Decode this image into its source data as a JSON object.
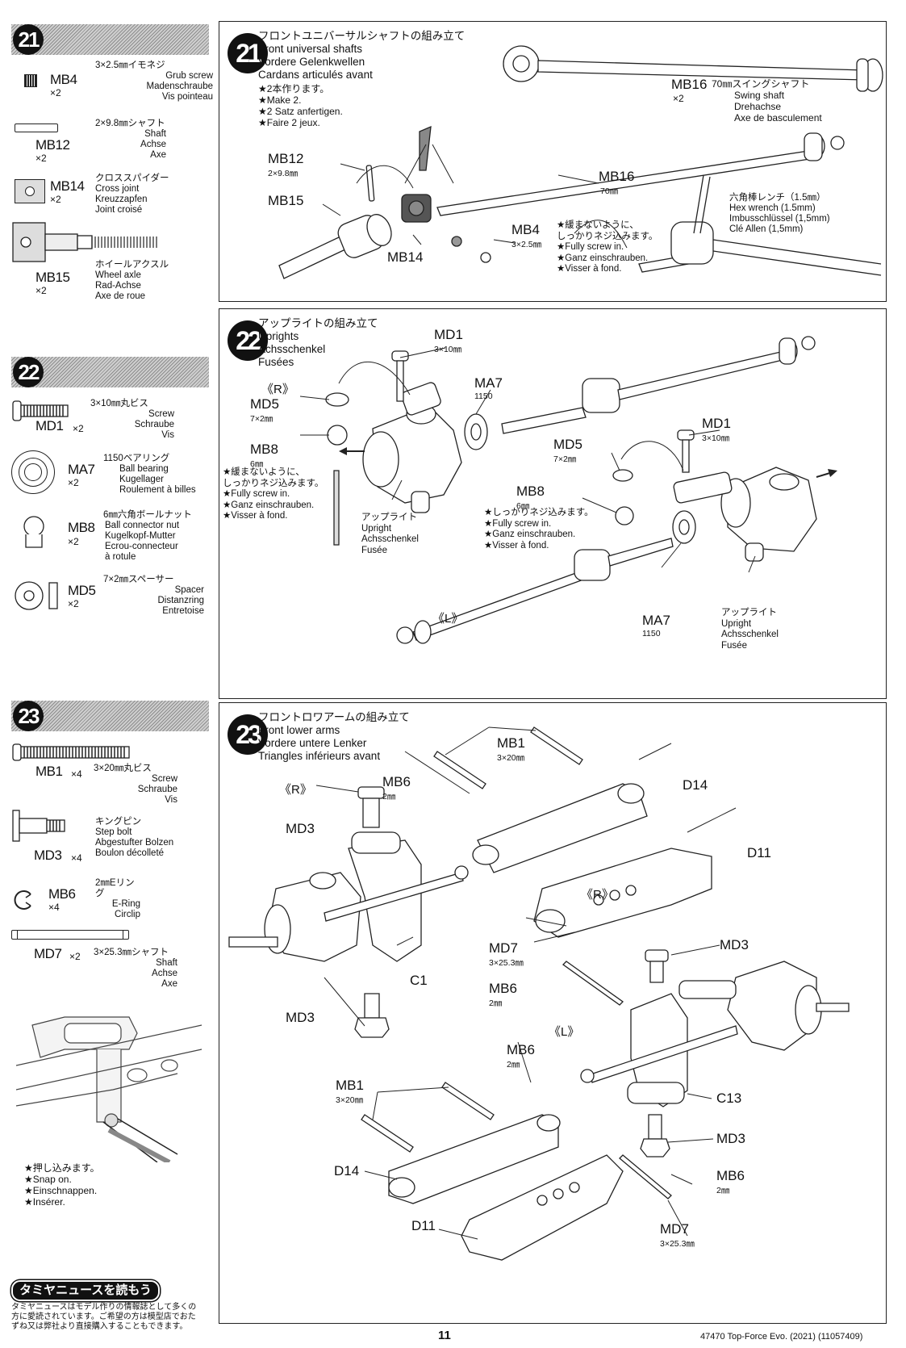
{
  "sidebar": {
    "s21": {
      "num": "21",
      "parts": [
        {
          "code": "MB4",
          "qty": "×2",
          "jp": "3×2.5㎜イモネジ",
          "en": "Grub screw",
          "de": "Madenschraube",
          "fr": "Vis pointeau"
        },
        {
          "code": "MB12",
          "qty": "×2",
          "jp": "2×9.8㎜シャフト",
          "en": "Shaft",
          "de": "Achse",
          "fr": "Axe"
        },
        {
          "code": "MB14",
          "qty": "×2",
          "jp": "クロススパイダー",
          "en": "Cross joint",
          "de": "Kreuzzapfen",
          "fr": "Joint croisé"
        },
        {
          "code": "MB15",
          "qty": "×2",
          "jp": "ホイールアクスル",
          "en": "Wheel axle",
          "de": "Rad-Achse",
          "fr": "Axe de roue"
        }
      ]
    },
    "s22": {
      "num": "22",
      "parts": [
        {
          "code": "MD1",
          "qty": "×2",
          "jp": "3×10㎜丸ビス",
          "en": "Screw",
          "de": "Schraube",
          "fr": "Vis"
        },
        {
          "code": "MA7",
          "qty": "×2",
          "jp": "1150ベアリング",
          "en": "Ball bearing",
          "de": "Kugellager",
          "fr": "Roulement à billes"
        },
        {
          "code": "MB8",
          "qty": "×2",
          "jp": "6㎜六角ボールナット",
          "en": "Ball connector nut",
          "de": "Kugelkopf-Mutter",
          "fr": "Ecrou-connecteur",
          "fr2": "à rotule"
        },
        {
          "code": "MD5",
          "qty": "×2",
          "jp": "7×2㎜スペーサー",
          "en": "Spacer",
          "de": "Distanzring",
          "fr": "Entretoise"
        }
      ]
    },
    "s23": {
      "num": "23",
      "parts": [
        {
          "code": "MB1",
          "qty": "×4",
          "jp": "3×20㎜丸ビス",
          "en": "Screw",
          "de": "Schraube",
          "fr": "Vis"
        },
        {
          "code": "MD3",
          "qty": "×4",
          "jp": "キングピン",
          "en": "Step bolt",
          "de": "Abgestufter Bolzen",
          "fr": "Boulon décolleté"
        },
        {
          "code": "MB6",
          "qty": "×4",
          "jp": "2㎜Eリング",
          "en": "E-Ring",
          "de": "Circlip",
          "fr": ""
        },
        {
          "code": "MD7",
          "qty": "×2",
          "jp": "3×25.3㎜シャフト",
          "en": "Shaft",
          "de": "Achse",
          "fr": "Axe"
        }
      ],
      "snap_note": [
        "★押し込みます。",
        "★Snap on.",
        "★Einschnappen.",
        "★Insérer."
      ]
    },
    "news": {
      "badge": "タミヤニュースを読もう",
      "text": [
        "タミヤニュースはモデル作りの情報誌として多くの",
        "方に愛読されています。ご希望の方は模型店でおた",
        "ずね又は弊社より直接購入することもできます。"
      ]
    }
  },
  "step21": {
    "num": "21",
    "title": [
      "フロントユニバーサルシャフトの組み立て",
      "Front universal shafts",
      "Vordere Gelenkwellen",
      "Cardans articulés avant"
    ],
    "make": [
      "★2本作ります。",
      "★Make 2.",
      "★2 Satz anfertigen.",
      "★Faire 2 jeux."
    ],
    "labels": {
      "mb16_top": "MB16",
      "mb16_top_sub": "×2",
      "mb16_top_desc": [
        "70㎜スイングシャフト",
        "Swing shaft",
        "Drehachse",
        "Axe de basculement"
      ],
      "mb12": "MB12",
      "mb12_sub": "2×9.8㎜",
      "mb15": "MB15",
      "mb16": "MB16",
      "mb16_sub": "70㎜",
      "mb14": "MB14",
      "mb4": "MB4",
      "mb4_sub": "3×2.5㎜"
    },
    "screw_note": [
      "★緩まないように、",
      "しっかりネジ込みます。",
      "★Fully screw in.",
      "★Ganz einschrauben.",
      "★Visser à fond."
    ],
    "wrench": [
      "六角棒レンチ（1.5㎜）",
      "Hex wrench (1.5mm)",
      "Imbusschlüssel (1,5mm)",
      "Clé Allen (1,5mm)"
    ]
  },
  "step22": {
    "num": "22",
    "title": [
      "アップライトの組み立て",
      "Uprights",
      "Achsschenkel",
      "Fusées"
    ],
    "r": "《R》",
    "l": "《L》",
    "labels": {
      "md1_a": "MD1",
      "md1_a_sub": "3×10㎜",
      "ma7_a": "MA7",
      "ma7_a_sub": "1150",
      "md5_a": "MD5",
      "md5_a_sub": "7×2㎜",
      "mb8_a": "MB8",
      "mb8_a_sub": "6㎜",
      "md1_b": "MD1",
      "md1_b_sub": "3×10㎜",
      "md5_b": "MD5",
      "md5_b_sub": "7×2㎜",
      "mb8_b": "MB8",
      "mb8_b_sub": "6㎜",
      "ma7_b": "MA7",
      "ma7_b_sub": "1150"
    },
    "note_a": [
      "★緩まないように、",
      "しっかりネジ込みます。",
      "★Fully screw in.",
      "★Ganz einschrauben.",
      "★Visser à fond."
    ],
    "note_b": [
      "★しっかりネジ込みます。",
      "★Fully screw in.",
      "★Ganz einschrauben.",
      "★Visser à fond."
    ],
    "upright_a": [
      "アップライト",
      "Upright",
      "Achsschenkel",
      "Fusée"
    ],
    "upright_b": [
      "アップライト",
      "Upright",
      "Achsschenkel",
      "Fusée"
    ]
  },
  "step23": {
    "num": "23",
    "title": [
      "フロントロワアームの組み立て",
      "Front lower arms",
      "Vordere untere Lenker",
      "Triangles inférieurs avant"
    ],
    "r": "《R》",
    "l": "《L》",
    "labels": {
      "mb1_a": "MB1",
      "mb1_a_sub": "3×20㎜",
      "mb6_a": "MB6",
      "mb6_a_sub": "2㎜",
      "d14_a": "D14",
      "md3_a": "MD3",
      "d11_a": "D11",
      "md7_a": "MD7",
      "md7_a_sub": "3×25.3㎜",
      "mb6_b": "MB6",
      "mb6_b_sub": "2㎜",
      "c1": "C1",
      "md3_b": "MD3",
      "md3_c": "MD3",
      "mb6_c": "MB6",
      "mb6_c_sub": "2㎜",
      "mb1_b": "MB1",
      "mb1_b_sub": "3×20㎜",
      "c13": "C13",
      "md3_d": "MD3",
      "d14_b": "D14",
      "mb6_d": "MB6",
      "mb6_d_sub": "2㎜",
      "d11_b": "D11",
      "md7_b": "MD7",
      "md7_b_sub": "3×25.3㎜"
    }
  },
  "footer": {
    "page": "11",
    "code": "47470 Top-Force Evo. (2021) (11057409)"
  }
}
